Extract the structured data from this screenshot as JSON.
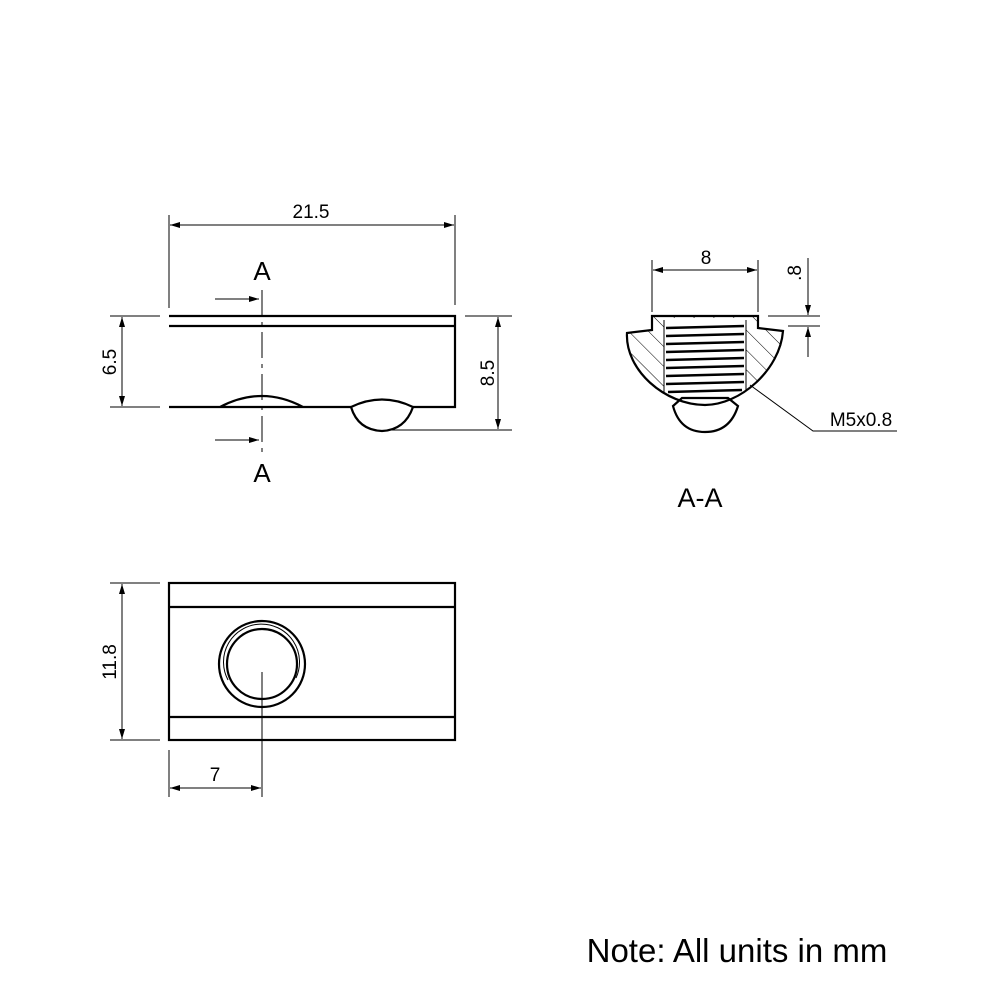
{
  "dimensions": {
    "length": "21.5",
    "height_body": "6.5",
    "height_total": "8.5",
    "section_top_width": "8",
    "section_lip": ".8",
    "thread": "M5x0.8",
    "width": "11.8",
    "hole_offset": "7"
  },
  "section": {
    "marker_top": "A",
    "marker_bottom": "A",
    "title": "A-A"
  },
  "note": "Note: All units in mm",
  "colors": {
    "line": "#000000",
    "background": "#ffffff"
  }
}
